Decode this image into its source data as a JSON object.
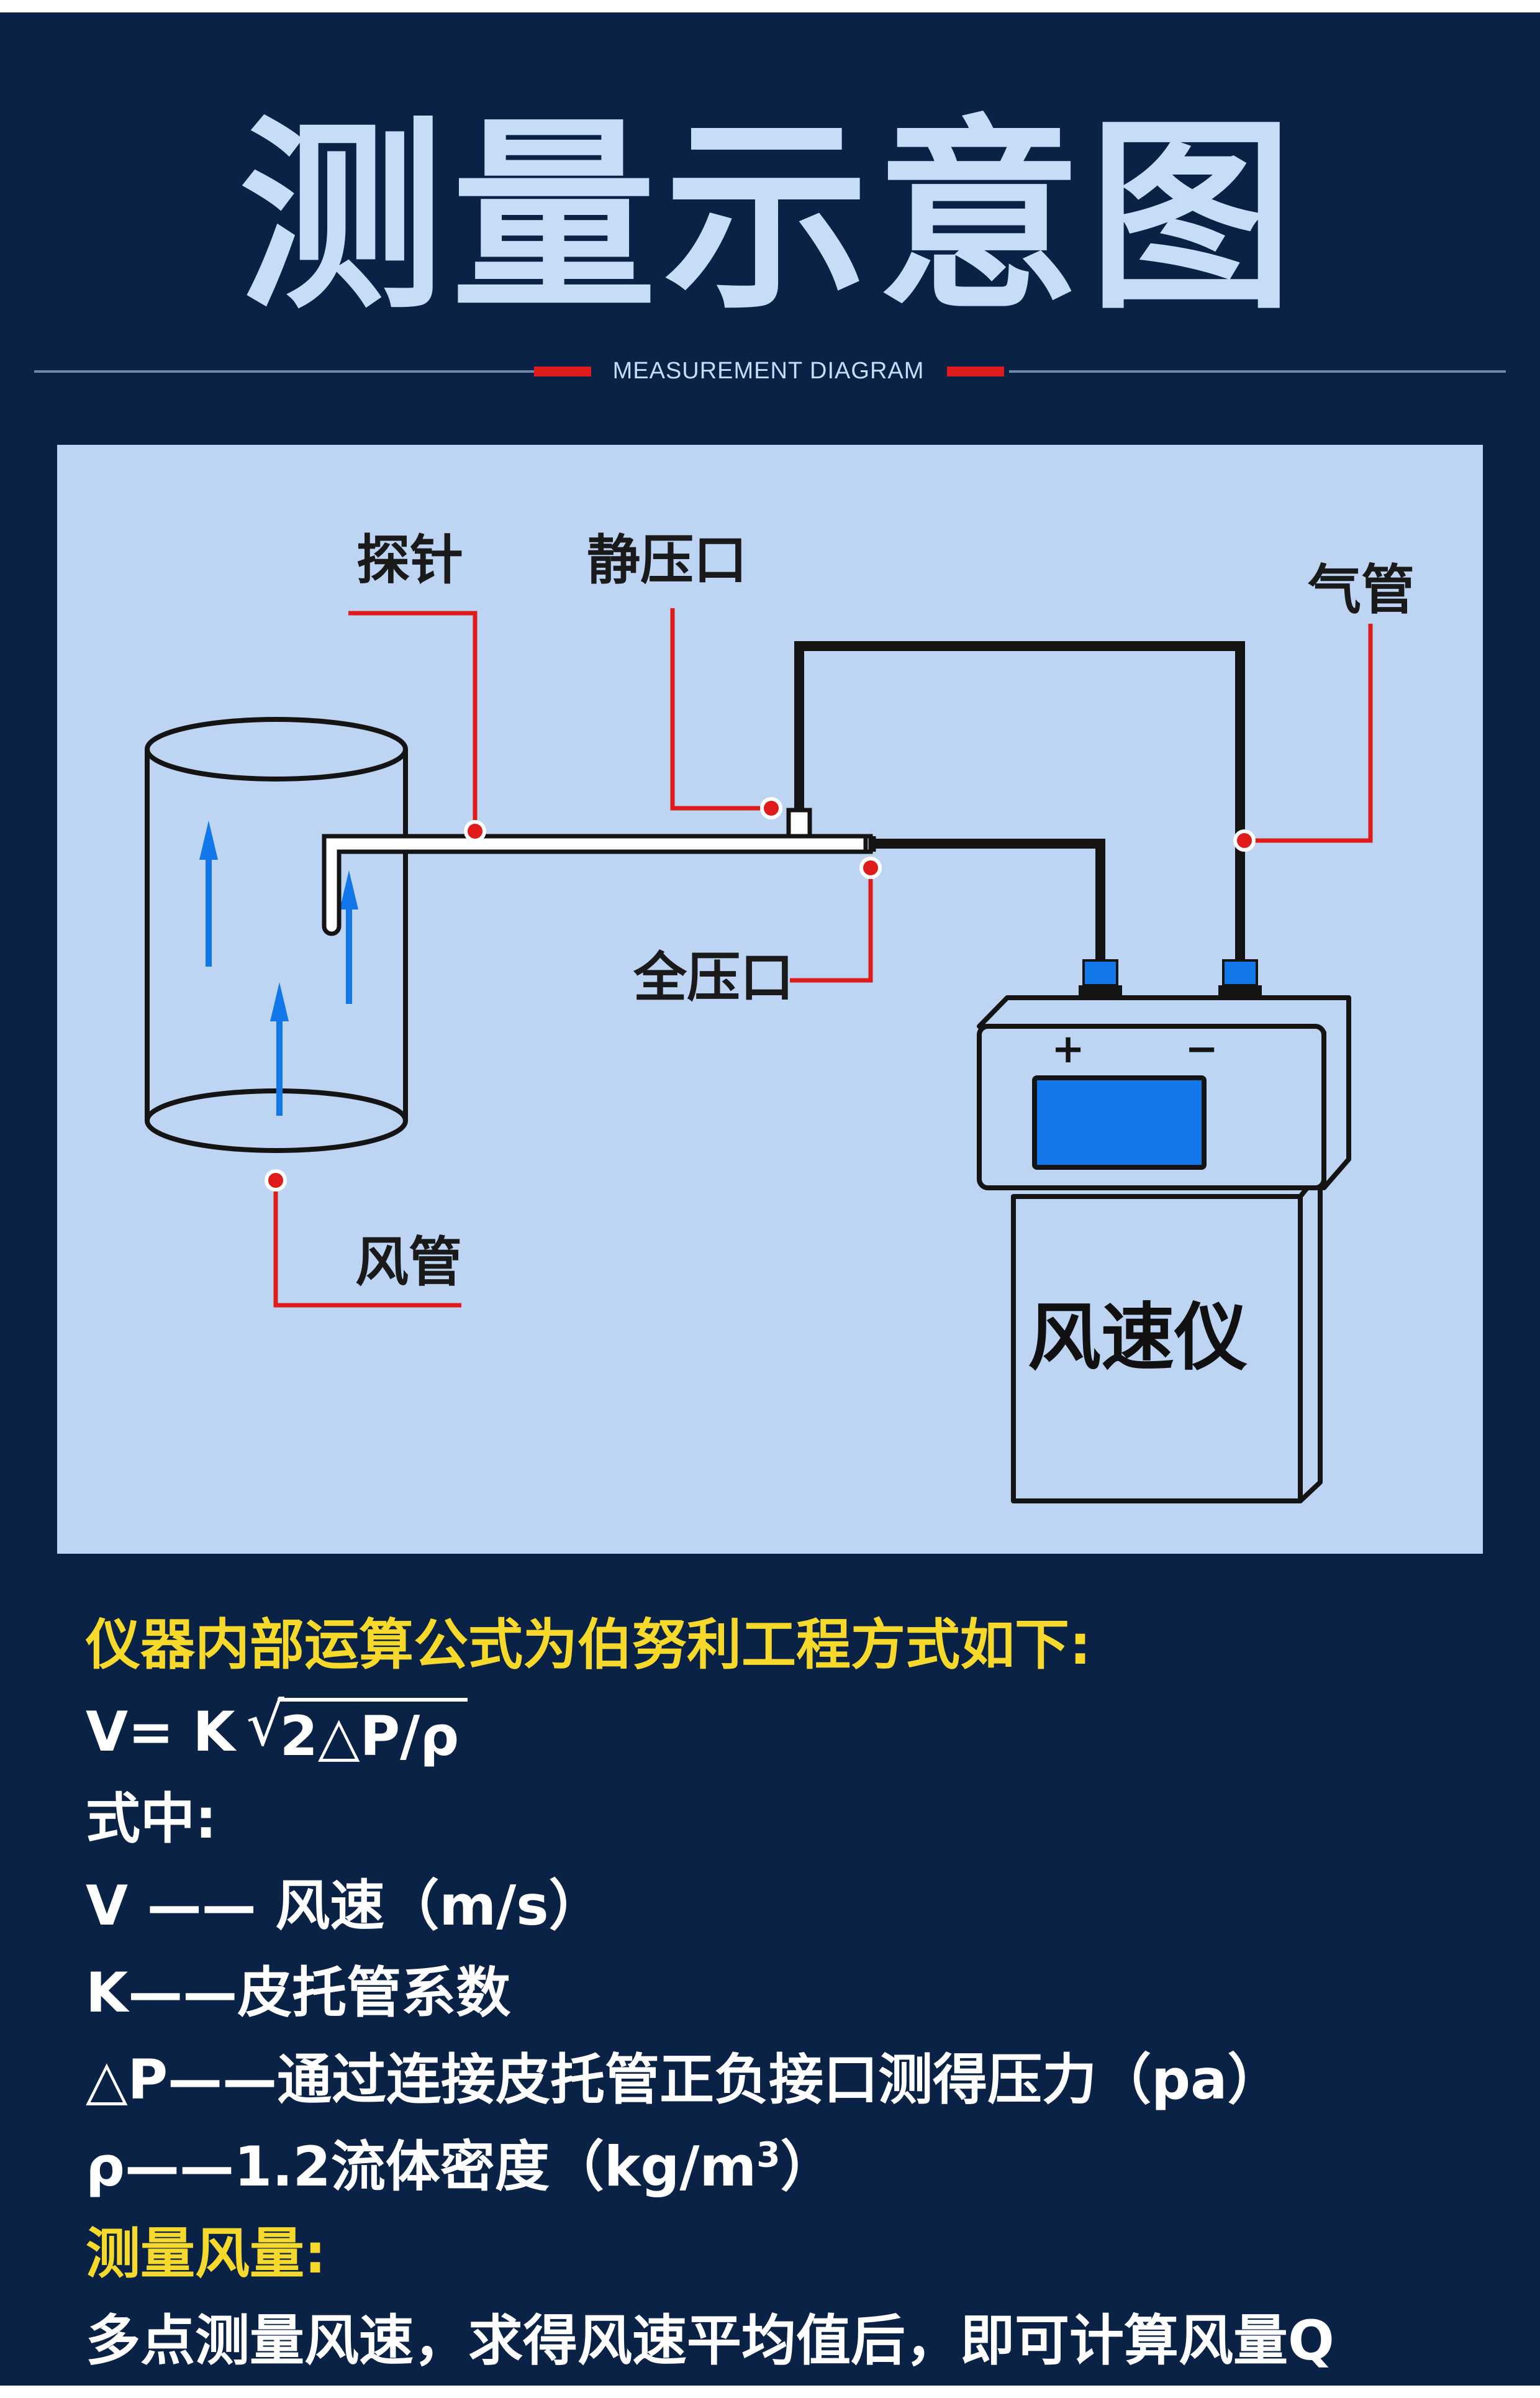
{
  "header": {
    "title": "测量示意图",
    "subtitle": "MEASUREMENT DIAGRAM"
  },
  "diagram": {
    "callouts": {
      "probe": "探针",
      "static_port": "静压口",
      "air_tube": "气管",
      "total_port": "全压口",
      "air_duct": "风管"
    },
    "device": {
      "plus": "+",
      "minus": "−",
      "label": "风速仪"
    },
    "colors": {
      "panel": "#bdd5f3",
      "leader": "#e01b1b",
      "airflow_arrow": "#1277e8",
      "screen": "#1277e8",
      "outline": "#141414"
    }
  },
  "explanation": {
    "intro": "仪器内部运算公式为伯努利工程方式如下:",
    "formula_prefix": "V= K",
    "formula_radicand": "2△P/ρ",
    "where": "式中:",
    "def_v": "V —— 风速（m/s）",
    "def_k": "K——皮托管系数",
    "def_dp": "△P——通过连接皮托管正负接口测得压力（pa）",
    "def_rho_prefix": "ρ——1.2流体密度（kg/m",
    "def_rho_sup": "3",
    "def_rho_suffix": "）",
    "airflow_heading": "测量风量:",
    "airflow_text": "多点测量风速，求得风速平均值后，即可计算风量Q"
  }
}
